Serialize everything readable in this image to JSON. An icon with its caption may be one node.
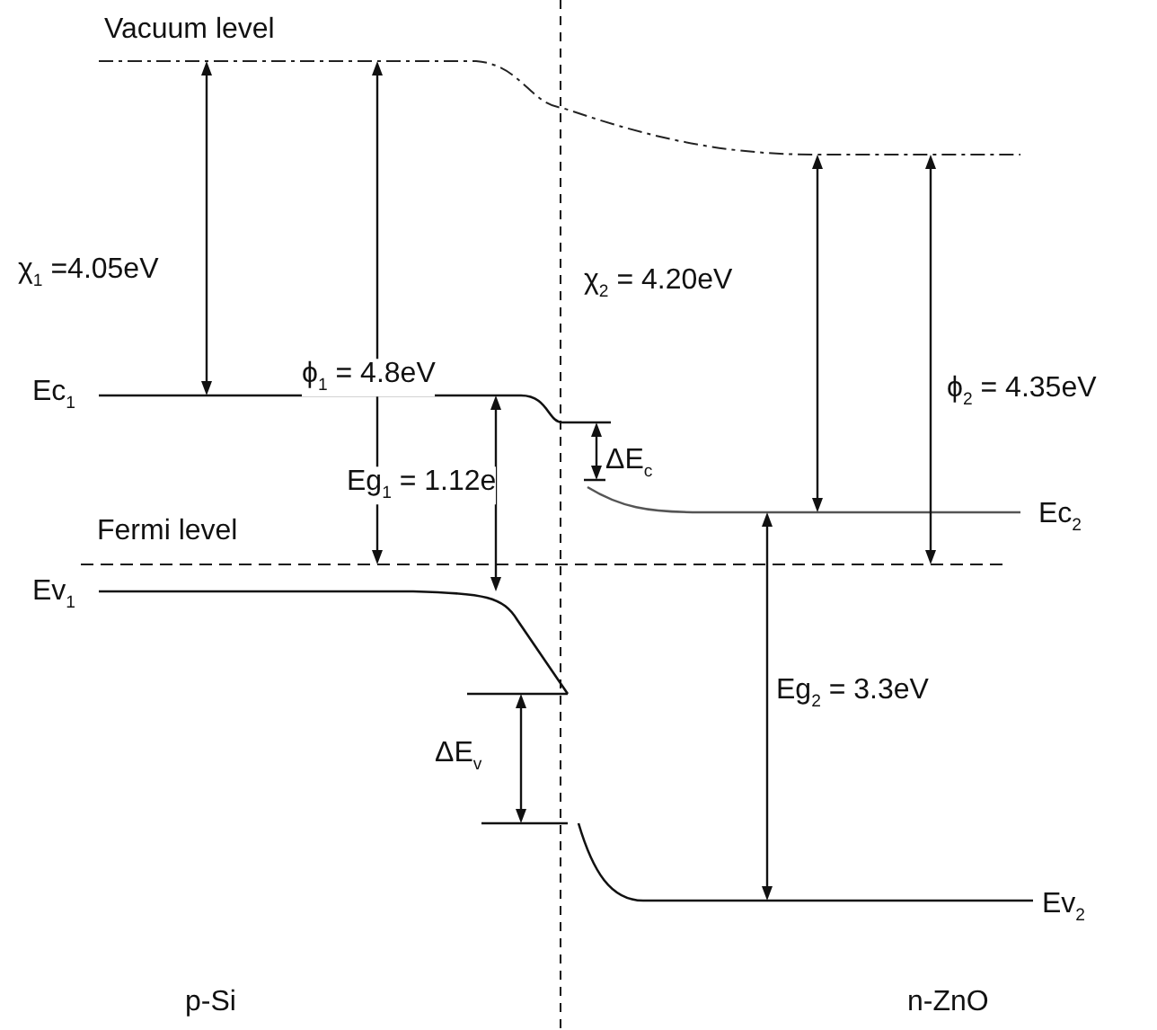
{
  "diagram": {
    "labels": [
      "Vacuum level",
      "χ$_{1}$ =4.05eV",
      "ϕ$_{1}$ = 4.8eV",
      "χ$_{2}$ = 4.20eV",
      "ϕ$_{2}$ = 4.35eV",
      "Ec$_{1}$",
      "ΔE$_{c}$",
      "Eg$_{1}$ = 1.12e",
      "Ec$_{2}$",
      "Fermi level",
      "Ev$_{1}$",
      "Eg$_{2}$ = 3.3eV",
      "ΔE$_{v}$",
      "Ev$_{2}$",
      "p-Si",
      "n-ZnO"
    ]
  }
}
